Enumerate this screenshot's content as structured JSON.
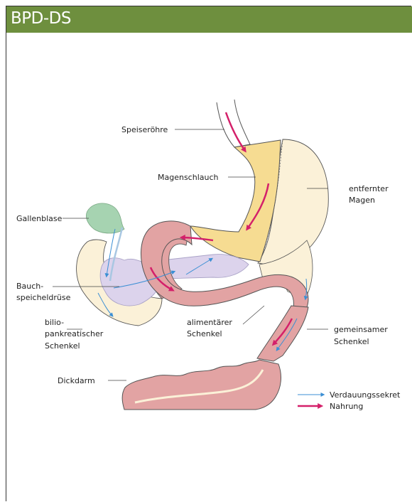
{
  "header": {
    "title": "BPD-DS"
  },
  "labels": {
    "esophagus": "Speiseröhre",
    "sleeve": "Magenschlauch",
    "removed_stomach": [
      "entfernter",
      "Magen"
    ],
    "gallbladder": "Gallenblase",
    "pancreas": [
      "Bauch-",
      "speicheldrüse"
    ],
    "biliopancreatic_limb": [
      "bilio-",
      "pankreatischer",
      "Schenkel"
    ],
    "alimentary_limb": [
      "alimentärer",
      "Schenkel"
    ],
    "common_channel": [
      "gemeinsamer",
      "Schenkel"
    ],
    "colon": "Dickdarm"
  },
  "legend": {
    "items": [
      {
        "label": "Verdauungssekret",
        "color": "#3b8fd4",
        "icon": "thin-arrow-icon"
      },
      {
        "label": "Nahrung",
        "color": "#d4206a",
        "icon": "bold-arrow-icon"
      }
    ]
  },
  "colors": {
    "header": "#6e8f3e",
    "sleeve": "#f6dc92",
    "removed_stomach": "#fbf1d8",
    "intestine": "#e2a3a3",
    "gallbladder": "#a6d3b1",
    "pancreas": "#dcd3ec",
    "duodenum": "#fbf1d8"
  }
}
